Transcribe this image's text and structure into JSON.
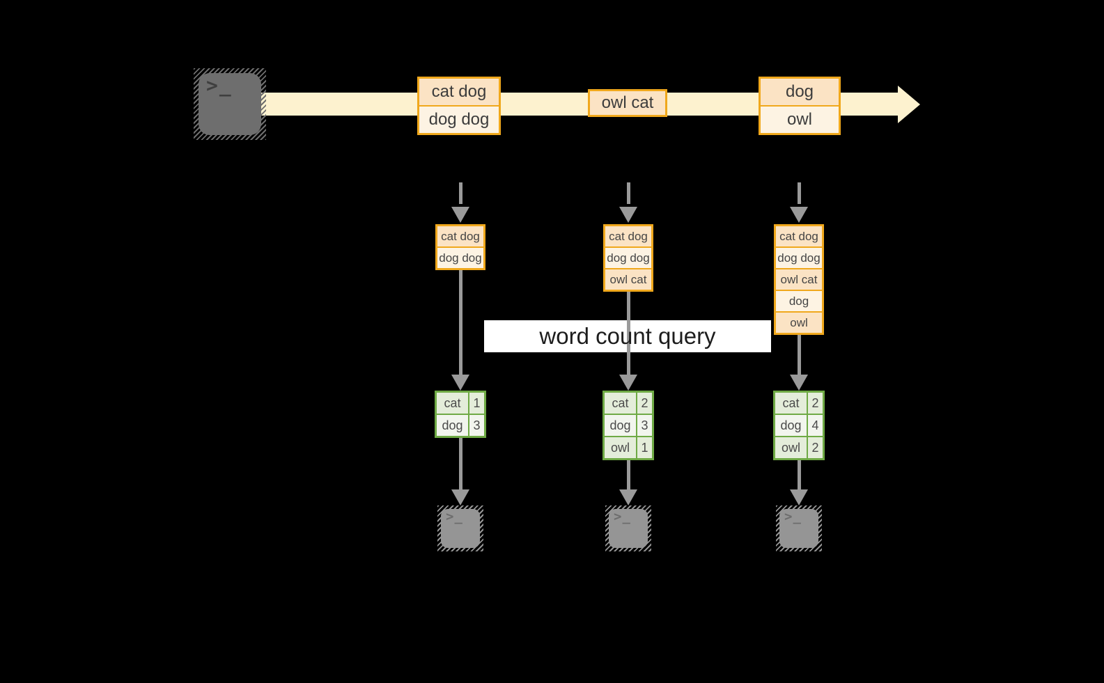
{
  "stream": {
    "batches": [
      {
        "lines": [
          "cat dog",
          "dog dog"
        ]
      },
      {
        "lines": [
          "owl cat"
        ]
      },
      {
        "lines": [
          "dog",
          "owl"
        ]
      }
    ]
  },
  "query": {
    "label": "word count query"
  },
  "columns": [
    {
      "state_lines": [
        "cat dog",
        "dog dog"
      ],
      "counts": [
        {
          "word": "cat",
          "count": "1"
        },
        {
          "word": "dog",
          "count": "3"
        }
      ]
    },
    {
      "state_lines": [
        "cat dog",
        "dog dog",
        "owl cat"
      ],
      "counts": [
        {
          "word": "cat",
          "count": "2"
        },
        {
          "word": "dog",
          "count": "3"
        },
        {
          "word": "owl",
          "count": "1"
        }
      ]
    },
    {
      "state_lines": [
        "cat dog",
        "dog dog",
        "owl cat",
        "dog",
        "owl"
      ],
      "counts": [
        {
          "word": "cat",
          "count": "2"
        },
        {
          "word": "dog",
          "count": "4"
        },
        {
          "word": "owl",
          "count": "2"
        }
      ]
    }
  ],
  "terminal": {
    "glyph": ">_"
  },
  "colors": {
    "background": "#000000",
    "stream_band": "#fdf2cf",
    "amber_border": "#f0a81c",
    "peach_fill": "#fbe3c4",
    "cream_fill": "#fdf3e3",
    "green_border": "#6faa45",
    "green_cell_dark": "#e4edda",
    "green_cell_light": "#f2f5ee",
    "arrow_gray": "#9a9a9a",
    "terminal_dark": "#6e6e6e",
    "terminal_light": "#959595",
    "query_band": "#ffffff"
  }
}
